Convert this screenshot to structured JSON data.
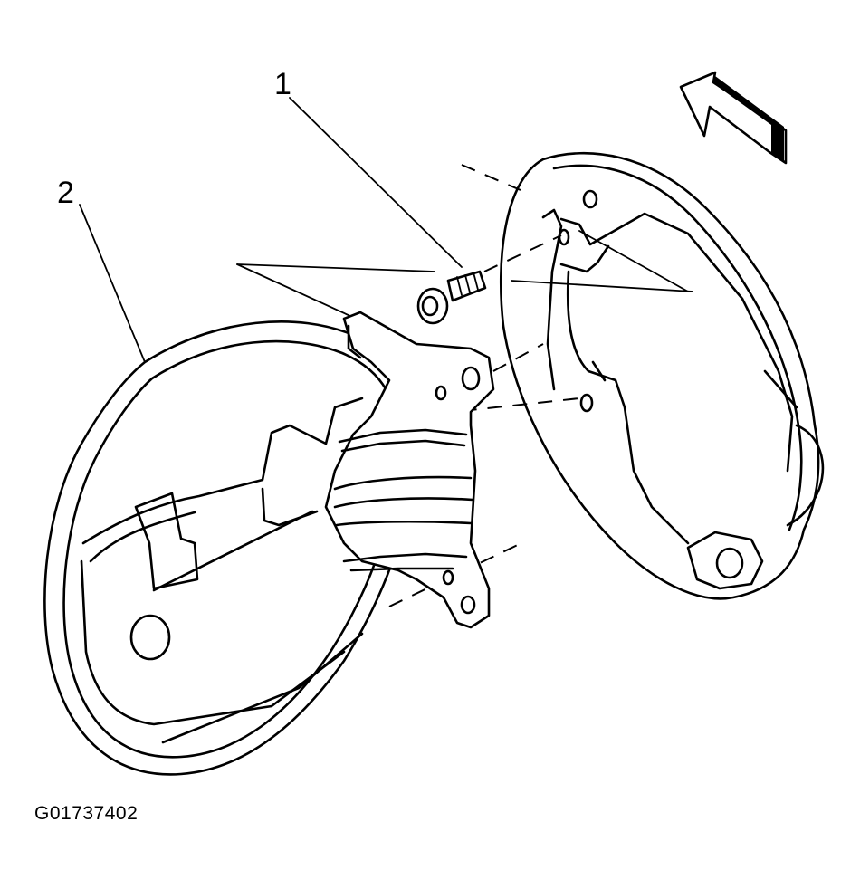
{
  "callouts": [
    {
      "number": "1",
      "part": "bolt"
    },
    {
      "number": "2",
      "part": "fuel-filler-door"
    }
  ],
  "figure_id": "G01737402"
}
